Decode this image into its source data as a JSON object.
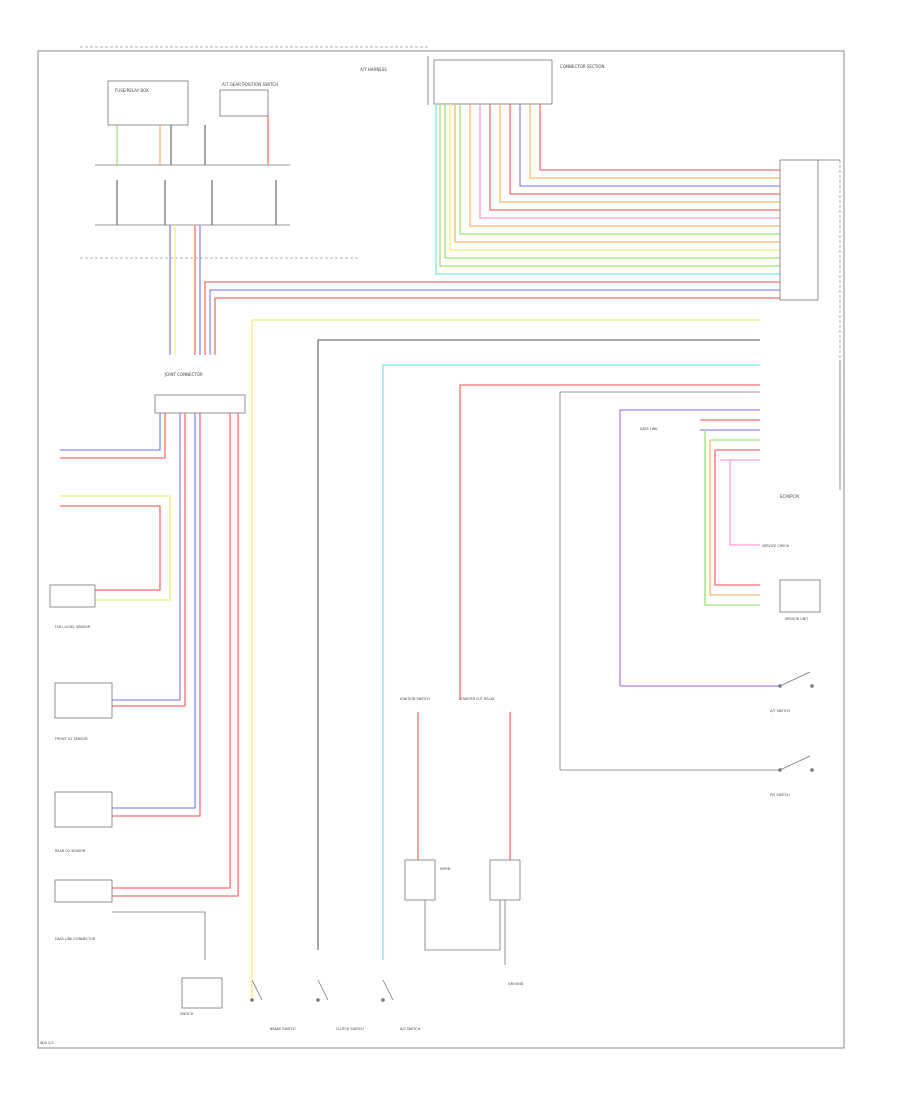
{
  "diagram": {
    "colors": {
      "red": "#ff6d6d",
      "pink": "#ff9fd4",
      "orange": "#ffb870",
      "yellow": "#f2f27a",
      "green": "#9fe37a",
      "cyan": "#7fe3ea",
      "blue": "#8a8cff",
      "violet": "#b27ee8",
      "gray": "#777777"
    },
    "labels": {
      "top_left_box_1": "FUSE/RELAY BOX",
      "top_left_box_2": "A/T GEAR POSITION SWITCH",
      "top_center_header": "A/T HARNESS",
      "top_right_header": "CONNECTOR SECTION",
      "right_module": "ECM/PCM",
      "center_connector": "JOINT CONNECTOR",
      "fuel_sensor_block": "FUEL LEVEL SENSOR",
      "front_o2_block": "FRONT O2 SENSOR",
      "rear_o2_block": "REAR O2 SENSOR",
      "mid_note": "DATA LINK",
      "left_bottom_label": "DATA LINK CONNECTOR",
      "bottom_switch_1": "SWITCH",
      "bottom_switch_2": "BRAKE SWITCH",
      "bottom_switch_3": "CLUTCH SWITCH",
      "bottom_switch_4": "A/C SWITCH",
      "right_block_1": "SERVICE CHECK",
      "right_block_2": "SENSOR UNIT",
      "right_switch_1": "A/T SWITCH",
      "right_switch_2": "P/S SWITCH",
      "center_box_1": "IGNITION SWITCH",
      "center_box_2": "STARTER CUT RELAY",
      "bottom_center_1": "HORN",
      "bottom_center_2": "GROUND",
      "footer": "W/D 2/2"
    }
  }
}
